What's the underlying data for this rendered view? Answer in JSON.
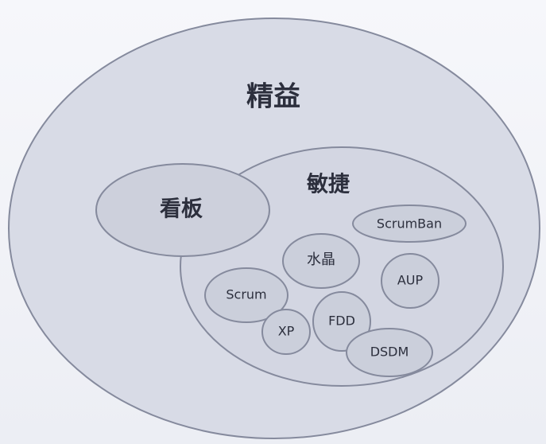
{
  "diagram": {
    "lean": {
      "label": "精益"
    },
    "agile": {
      "label": "敏捷"
    },
    "kanban": {
      "label": "看板"
    },
    "methods": {
      "scrumban": "ScrumBan",
      "crystal": "水晶",
      "aup": "AUP",
      "scrum": "Scrum",
      "xp": "XP",
      "fdd": "FDD",
      "dsdm": "DSDM"
    }
  },
  "colors": {
    "background": "#f3f4f8",
    "stroke": "#858a9d",
    "text": "#2c2f3d"
  }
}
